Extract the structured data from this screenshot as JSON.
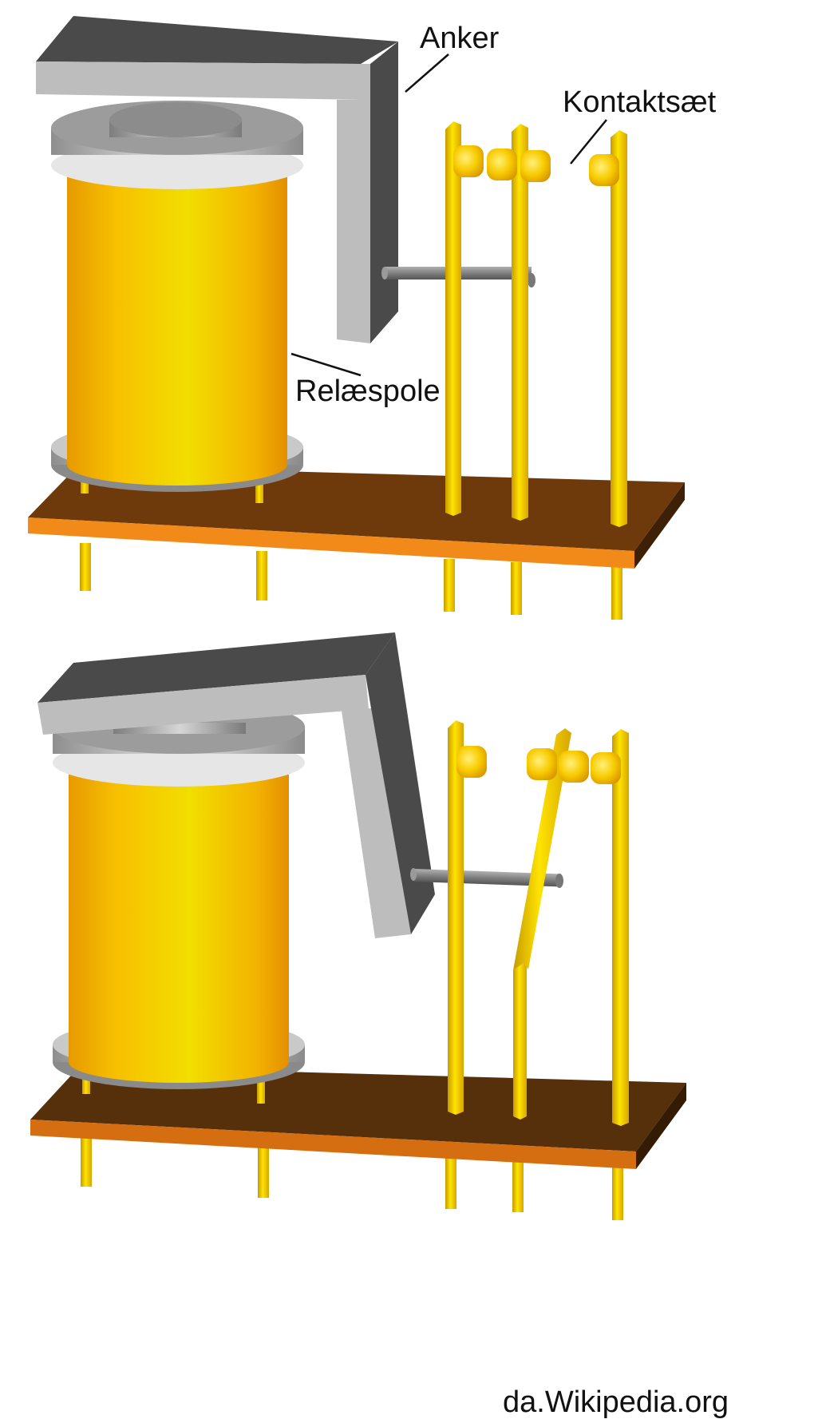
{
  "labels": {
    "armature": "Anker",
    "contact_set": "Kontaktsæt",
    "relay_coil": "Relæspole"
  },
  "credit": "da.Wikipedia.org",
  "colors": {
    "coil_yellow": "#F2D400",
    "coil_edge": "#E39B00",
    "base_top": "#6F3A0B",
    "base_front": "#F28A1A",
    "armature_light": "#BFBFBF",
    "armature_dark": "#4A4A4A",
    "pin_yellow": "#F5D300",
    "washer_gray": "#9A9A9A",
    "rod_gray": "#7E7E7E"
  },
  "states": [
    "open",
    "closed"
  ]
}
